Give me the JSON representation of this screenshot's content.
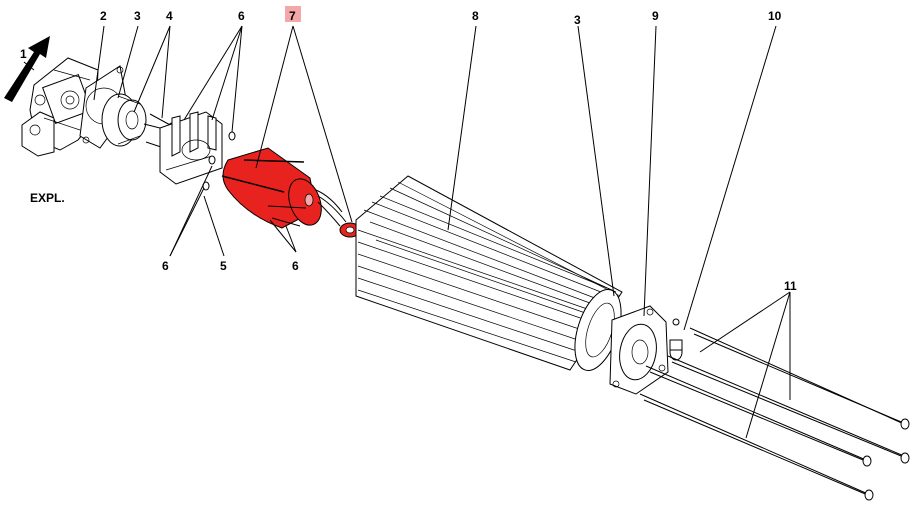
{
  "diagram": {
    "labels": {
      "l1": "1",
      "l2": "2",
      "l3a": "3",
      "l3b": "3",
      "l4": "4",
      "l5": "5",
      "l6a": "6",
      "l6b": "6",
      "l6c": "6",
      "l7": "7",
      "l8": "8",
      "l9": "9",
      "l10": "10",
      "l11": "11",
      "expl": "EXPL."
    },
    "colors": {
      "highlight": "#e8231f",
      "label_highlight": "#f4a7a7",
      "line": "#000000"
    },
    "highlighted_part": "7"
  }
}
